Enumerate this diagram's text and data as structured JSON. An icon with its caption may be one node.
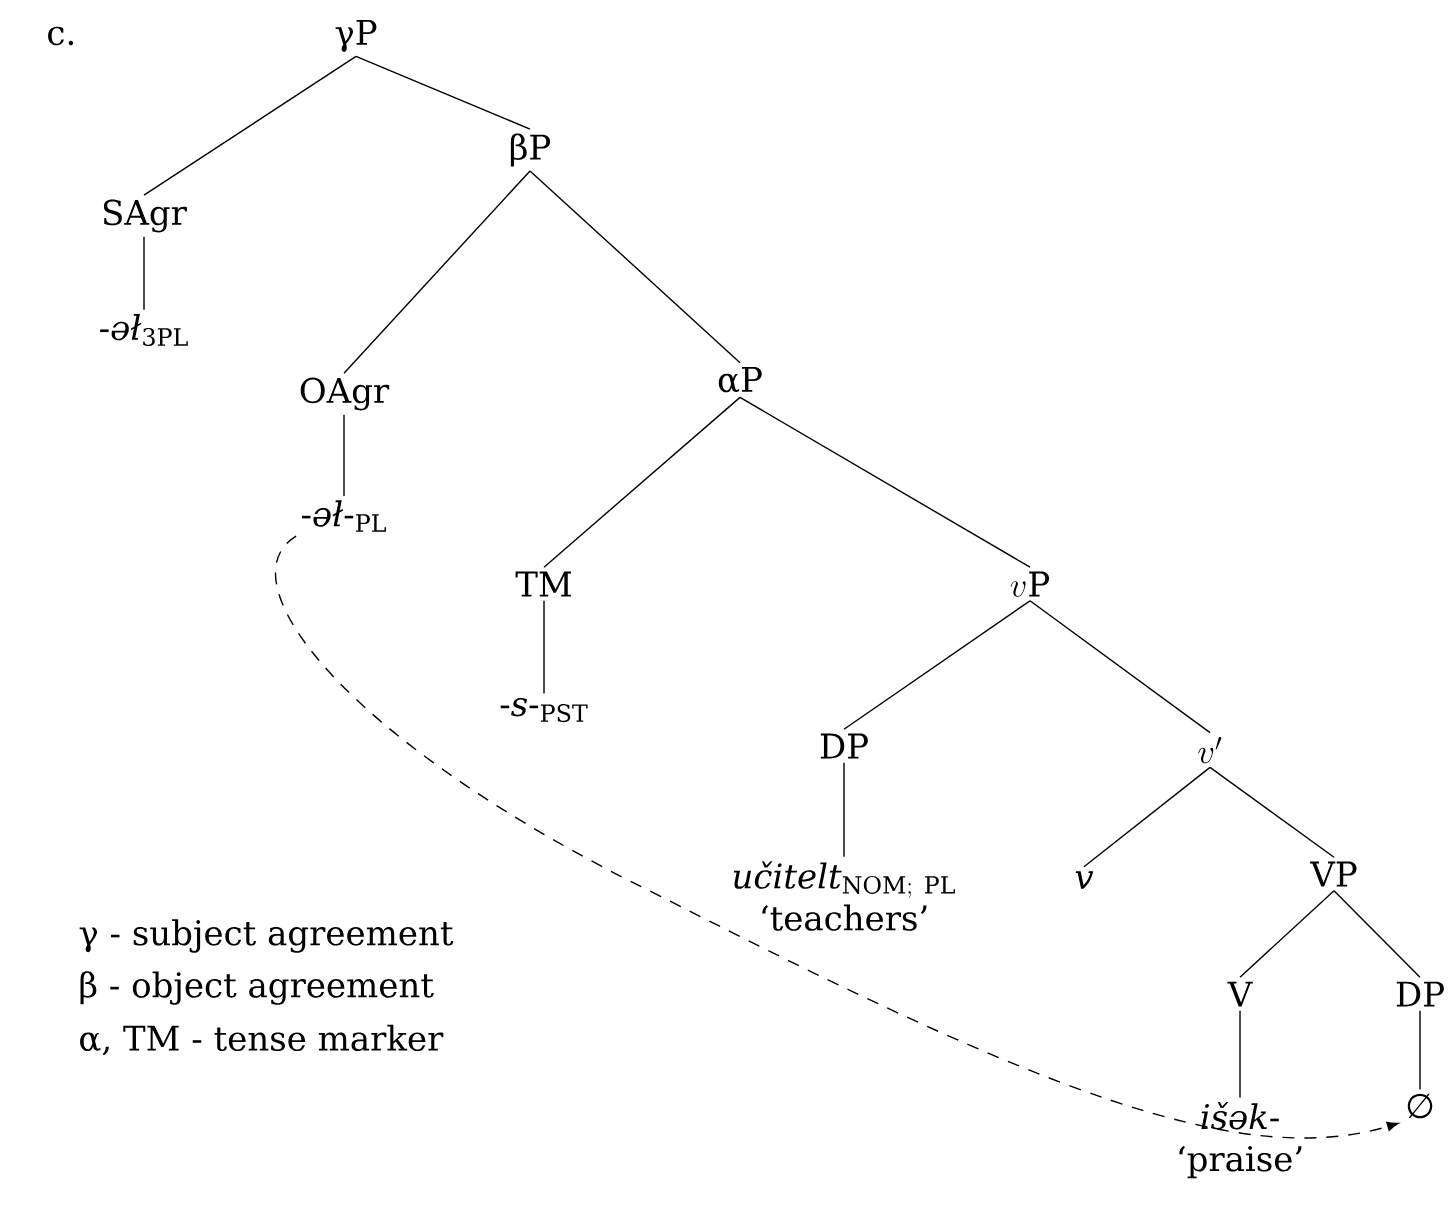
{
  "diagram": {
    "nodes": [
      {
        "text": [
          "γP"
        ]
      },
      {
        "text": [
          "SAgr"
        ]
      },
      {
        "text": [
          "-*əł*$_{3PL}$"
        ]
      },
      {
        "text": [
          "βP"
        ]
      },
      {
        "text": [
          "OAgr"
        ]
      },
      {
        "text": [
          "-*əł*-$_{PL}$"
        ]
      },
      {
        "text": [
          "αP"
        ]
      },
      {
        "text": [
          "TM"
        ]
      },
      {
        "text": [
          "-*s*-$_{PST}$"
        ]
      },
      {
        "text": [
          "v\\mathrm{P}"
        ]
      },
      {
        "text": [
          "DP"
        ]
      },
      {
        "text": [
          "\\textit{učitelt}_{\\mathrm{NOM;\\ PL}}",
          "‘teachers’"
        ]
      },
      {
        "text": [
          "v'"
        ]
      },
      {
        "text": [
          "v"
        ]
      },
      {
        "text": [
          "VP"
        ]
      },
      {
        "text": [
          "V"
        ]
      },
      {
        "text": [
          "DP"
        ]
      },
      {
        "text": [
          "*išək*-",
          "‘praise’"
        ]
      },
      {
        "text": [
          "∅"
        ]
      }
    ],
    "edges": [
      {
        "from": 0,
        "to": 1,
        "arrow": "none"
      },
      {
        "from": 0,
        "to": 3,
        "arrow": "none"
      },
      {
        "from": 1,
        "to": 2,
        "arrow": "none"
      },
      {
        "from": 3,
        "to": 4,
        "arrow": "none"
      },
      {
        "from": 3,
        "to": 6,
        "arrow": "none"
      },
      {
        "from": 4,
        "to": 5,
        "arrow": "none"
      },
      {
        "from": 6,
        "to": 7,
        "arrow": "none"
      },
      {
        "from": 6,
        "to": 9,
        "arrow": "none"
      },
      {
        "from": 7,
        "to": 8,
        "arrow": "none"
      },
      {
        "from": 9,
        "to": 10,
        "arrow": "none"
      },
      {
        "from": 9,
        "to": 12,
        "arrow": "none"
      },
      {
        "from": 10,
        "to": 11,
        "arrow": "none"
      },
      {
        "from": 12,
        "to": 13,
        "arrow": "none"
      },
      {
        "from": 12,
        "to": 14,
        "arrow": "none"
      },
      {
        "from": 14,
        "to": 15,
        "arrow": "none"
      },
      {
        "from": 14,
        "to": 16,
        "arrow": "none"
      },
      {
        "from": 15,
        "to": 17,
        "arrow": "none"
      },
      {
        "from": 16,
        "to": 18,
        "arrow": "none"
      },
      {
        "from": 5,
        "to": 18,
        "arrow": "to",
        "style": "dashed"
      }
    ],
    "labels": [
      "c.",
      "γ - subject agreement",
      "β - object agreement",
      "α, TM - tense marker"
    ]
  }
}
